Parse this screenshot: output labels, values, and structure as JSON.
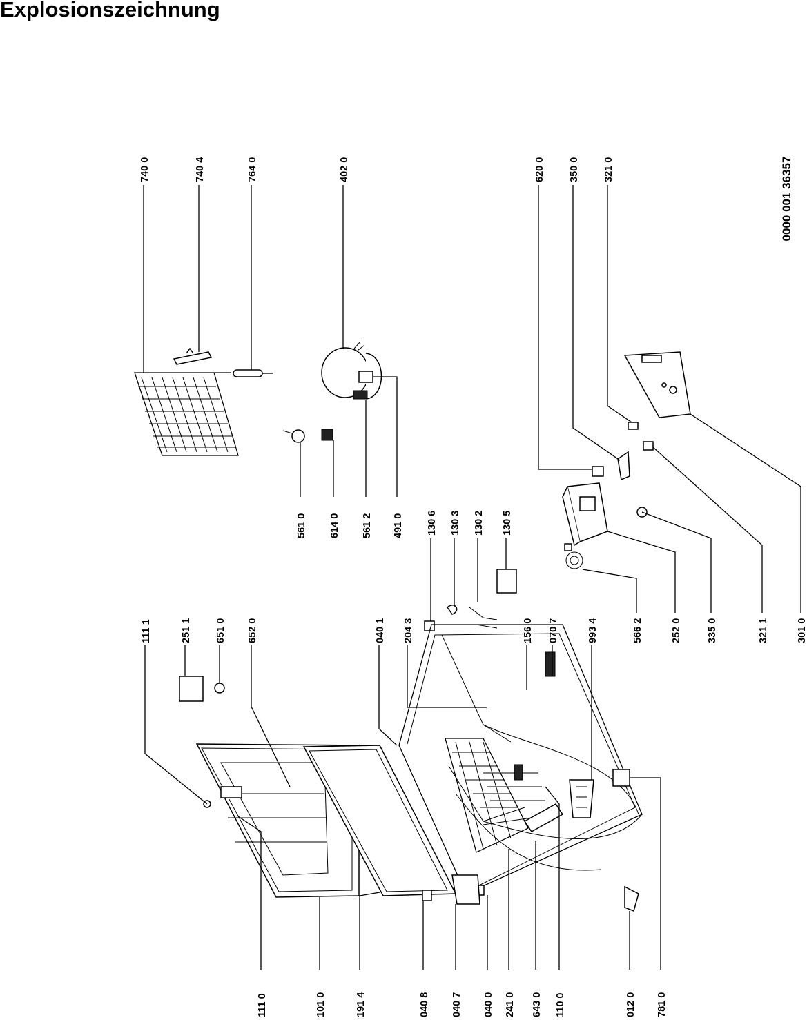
{
  "page": {
    "title": "Explosionszeichnung",
    "document_number": "0000 001 36357"
  },
  "parts": {
    "p7400": "740 0",
    "p7404": "740 4",
    "p7640": "764 0",
    "p4020": "402 0",
    "p6200": "620 0",
    "p3500": "350 0",
    "p3210": "321 0",
    "p5610": "561 0",
    "p6140": "614 0",
    "p5612": "561 2",
    "p4910": "491 0",
    "p1306": "130 6",
    "p1303": "130 3",
    "p1302": "130 2",
    "p1305": "130 5",
    "p1111": "111 1",
    "p2511": "251 1",
    "p6510": "651 0",
    "p6520": "652 0",
    "p0401": "040 1",
    "p2043": "204 3",
    "p1560": "156 0",
    "p0707": "070 7",
    "p9934": "993 4",
    "p5662": "566 2",
    "p2520": "252 0",
    "p3350": "335 0",
    "p3211": "321 1",
    "p3010": "301 0",
    "p1110": "111 0",
    "p1010": "101 0",
    "p1914": "191 4",
    "p0408": "040 8",
    "p0407": "040 7",
    "p0400": "040 0",
    "p2410": "241 0",
    "p6430": "643 0",
    "p1100": "110 0",
    "p0120": "012 0",
    "p7810": "781 0"
  }
}
